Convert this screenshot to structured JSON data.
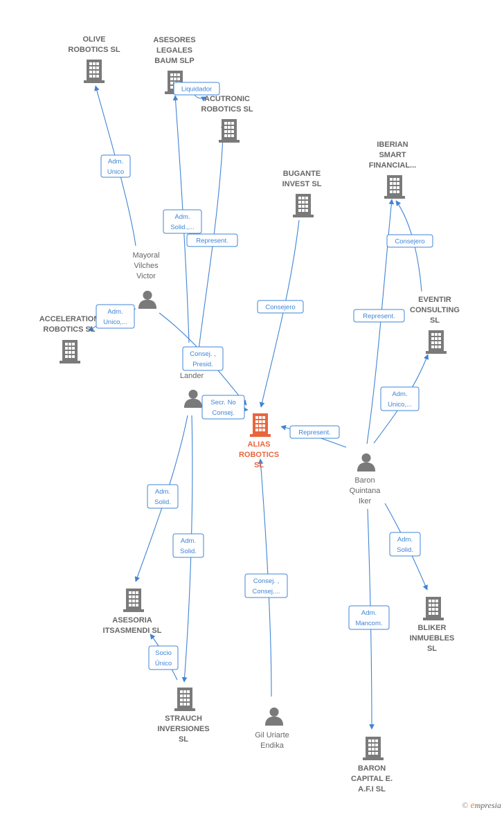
{
  "nodes": [
    {
      "id": "olive",
      "type": "company",
      "lines": [
        "OLIVE",
        "ROBOTICS SL"
      ]
    },
    {
      "id": "asesores",
      "type": "company",
      "lines": [
        "ASESORES",
        "LEGALES",
        "BAUM SLP"
      ]
    },
    {
      "id": "acutronic",
      "type": "company",
      "lines": [
        "ACUTRONIC",
        "ROBOTICS SL"
      ]
    },
    {
      "id": "bugante",
      "type": "company",
      "lines": [
        "BUGANTE",
        "INVEST SL"
      ]
    },
    {
      "id": "iberian",
      "type": "company",
      "lines": [
        "IBERIAN",
        "SMART",
        "FINANCIAL..."
      ]
    },
    {
      "id": "eventir",
      "type": "company",
      "lines": [
        "EVENTIR",
        "CONSULTING",
        "SL"
      ]
    },
    {
      "id": "acceleration",
      "type": "company",
      "lines": [
        "ACCELERATION",
        "ROBOTICS SL"
      ]
    },
    {
      "id": "alias",
      "type": "company",
      "main": true,
      "lines": [
        "ALIAS",
        "ROBOTICS",
        "SL"
      ]
    },
    {
      "id": "mayoral",
      "type": "person",
      "lines": [
        "Mayoral",
        "Vilches",
        "Victor"
      ]
    },
    {
      "id": "lander",
      "type": "person",
      "lines": [
        "B...",
        "Ma...",
        "Lander"
      ]
    },
    {
      "id": "baron",
      "type": "person",
      "lines": [
        "Baron",
        "Quintana",
        "Iker"
      ]
    },
    {
      "id": "asesoria",
      "type": "company",
      "lines": [
        "ASESORIA",
        "ITSASMENDI SL"
      ]
    },
    {
      "id": "strauch",
      "type": "company",
      "lines": [
        "STRAUCH",
        "INVERSIONES",
        "SL"
      ]
    },
    {
      "id": "gil",
      "type": "person",
      "lines": [
        "Gil Uriarte",
        "Endika"
      ]
    },
    {
      "id": "baroncap",
      "type": "company",
      "lines": [
        "BARON",
        "CAPITAL E.",
        "A.F.I SL"
      ]
    },
    {
      "id": "bliker",
      "type": "company",
      "lines": [
        "BLIKER",
        "INMUEBLES",
        "SL"
      ]
    }
  ],
  "edges": [
    {
      "id": "e1",
      "from": "mayoral",
      "to": "olive",
      "label": [
        "Adm.",
        "Unico"
      ]
    },
    {
      "id": "e2",
      "from": "lander",
      "to": "asesores",
      "label": [
        "Adm.",
        "Solid.,..."
      ]
    },
    {
      "id": "e3",
      "from": "asesores",
      "to": "acutronic",
      "label": [
        "Liquidador"
      ]
    },
    {
      "id": "e4",
      "from": "lander",
      "to": "acutronic",
      "label": [
        "Represent."
      ]
    },
    {
      "id": "e5",
      "from": "bugante",
      "to": "alias",
      "label": [
        "Consejero"
      ]
    },
    {
      "id": "e6",
      "from": "eventir",
      "to": "iberian",
      "label": [
        "Consejero"
      ]
    },
    {
      "id": "e7",
      "from": "baron",
      "to": "iberian",
      "label": [
        "Represent."
      ]
    },
    {
      "id": "e8",
      "from": "mayoral",
      "to": "acceleration",
      "label": [
        "Adm.",
        "Unico,..."
      ]
    },
    {
      "id": "e9",
      "from": "mayoral",
      "to": "alias",
      "label": [
        "Consej. ,",
        "Presid."
      ]
    },
    {
      "id": "e10",
      "from": "lander",
      "to": "alias",
      "label": [
        "Secr. No",
        "Consej."
      ]
    },
    {
      "id": "e11",
      "from": "baron",
      "to": "alias",
      "label": [
        "Represent."
      ]
    },
    {
      "id": "e12",
      "from": "baron",
      "to": "eventir",
      "label": [
        "Adm.",
        "Unico,..."
      ]
    },
    {
      "id": "e13",
      "from": "lander",
      "to": "asesoria",
      "label": [
        "Adm.",
        "Solid."
      ]
    },
    {
      "id": "e14",
      "from": "lander",
      "to": "strauch",
      "label": [
        "Adm.",
        "Solid."
      ]
    },
    {
      "id": "e15",
      "from": "strauch",
      "to": "asesoria",
      "label": [
        "Socio",
        "Único"
      ]
    },
    {
      "id": "e16",
      "from": "gil",
      "to": "alias",
      "label": [
        "Consej. ,",
        "Consej...."
      ]
    },
    {
      "id": "e17",
      "from": "baron",
      "to": "baroncap",
      "label": [
        "Adm.",
        "Mancom."
      ]
    },
    {
      "id": "e18",
      "from": "baron",
      "to": "bliker",
      "label": [
        "Adm.",
        "Solid."
      ]
    }
  ],
  "colors": {
    "edge": "#3f84d4",
    "node_icon": "#7a7a7a",
    "main_icon": "#e8663d",
    "label_text": "#666666"
  },
  "footer": {
    "copyright": "©",
    "brand_initial": "e",
    "brand_rest": "mpresia"
  }
}
